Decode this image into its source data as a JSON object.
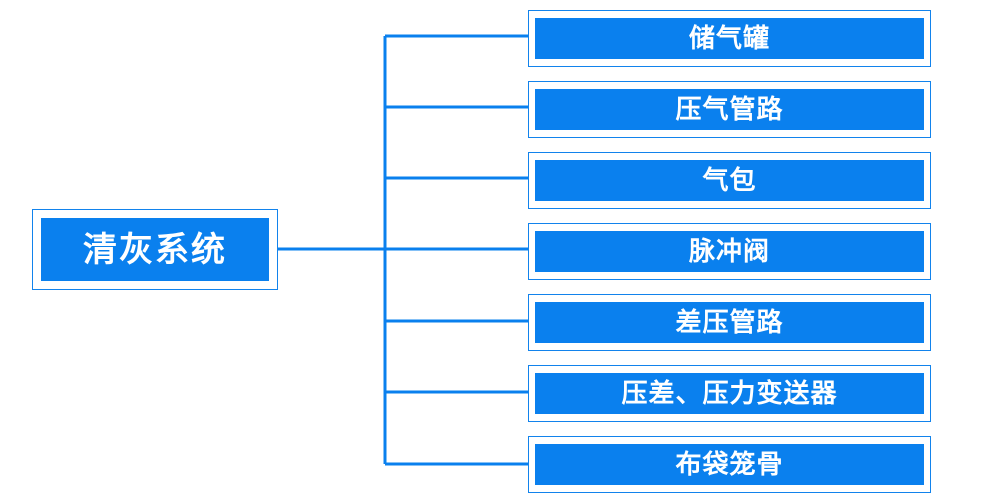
{
  "diagram": {
    "type": "org-chart-tree",
    "orientation": "left-to-right",
    "title": "清灰系统",
    "colors": {
      "node_fill": "#0a80ee",
      "node_border": "#1283ec",
      "connector": "#0a80ee",
      "label_text": "#ffffff",
      "background": "#ffffff"
    },
    "root": {
      "label": "清灰系统"
    },
    "children": [
      {
        "label": "储气罐"
      },
      {
        "label": "压气管路"
      },
      {
        "label": "气包"
      },
      {
        "label": "脉冲阀"
      },
      {
        "label": "差压管路"
      },
      {
        "label": "压差、压力变送器"
      },
      {
        "label": "布袋笼骨"
      }
    ]
  }
}
